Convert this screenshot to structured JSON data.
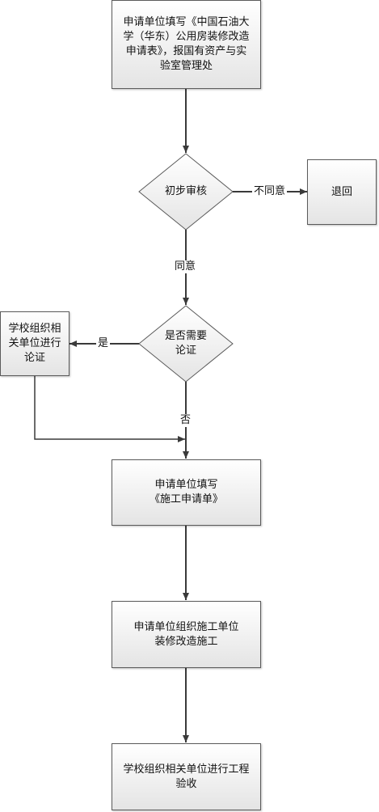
{
  "nodes": {
    "apply_form": "申请单位填写《中国石油大\n学（华东）公用房装修改造\n申请表》，报国有资产与实\n验室管理处",
    "preliminary_review": "初步审核",
    "return": "退回",
    "need_demonstration": "是否需要\n论证",
    "school_demonstration": "学校组织相\n关单位进行\n论证",
    "construction_form": "申请单位填写\n《施工申请单》",
    "organize_construction": "申请单位组织施工单位\n装修改造施工",
    "acceptance": "学校组织相关单位进行工程\n验收"
  },
  "edges": {
    "disagree": "不同意",
    "agree": "同意",
    "yes": "是",
    "no": "否"
  },
  "colors": {
    "stroke": "#3a3a3a",
    "box_border": "#5b5b5b",
    "box_top": "#ffffff",
    "box_bottom": "#e4e4e4"
  }
}
